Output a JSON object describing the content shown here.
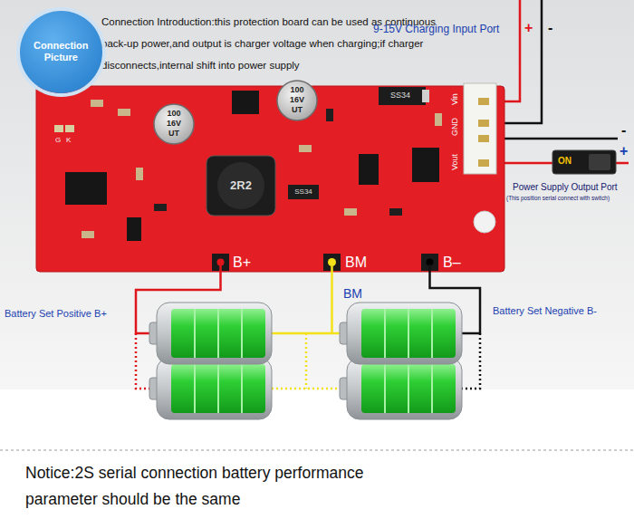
{
  "diagram": {
    "caption": "Notice:2S serial connection battery performance parameter should be the same",
    "nodes": [
      {
        "text": [
          "Connection Picture"
        ]
      }
    ],
    "labels": [
      "Connection Introduction:this protection board can be used as continuous back-up power,and output is charger voltage when charging;if charger disconnects,internal shift into power supply",
      "9-15V Charging Input Port",
      "+",
      "-",
      "-",
      "+",
      "Power Supply Output Port",
      "(This position serial connect with switch)",
      "ON",
      "Vin",
      "GND",
      "Vout",
      "100",
      "16V",
      "UT",
      "100",
      "16V",
      "UT",
      "SS34",
      "SS34",
      "2R2",
      "G",
      "K",
      "B+",
      "BM",
      "B–",
      "Battery Set Positive B+",
      "BM",
      "Battery Set Negative B-"
    ]
  }
}
